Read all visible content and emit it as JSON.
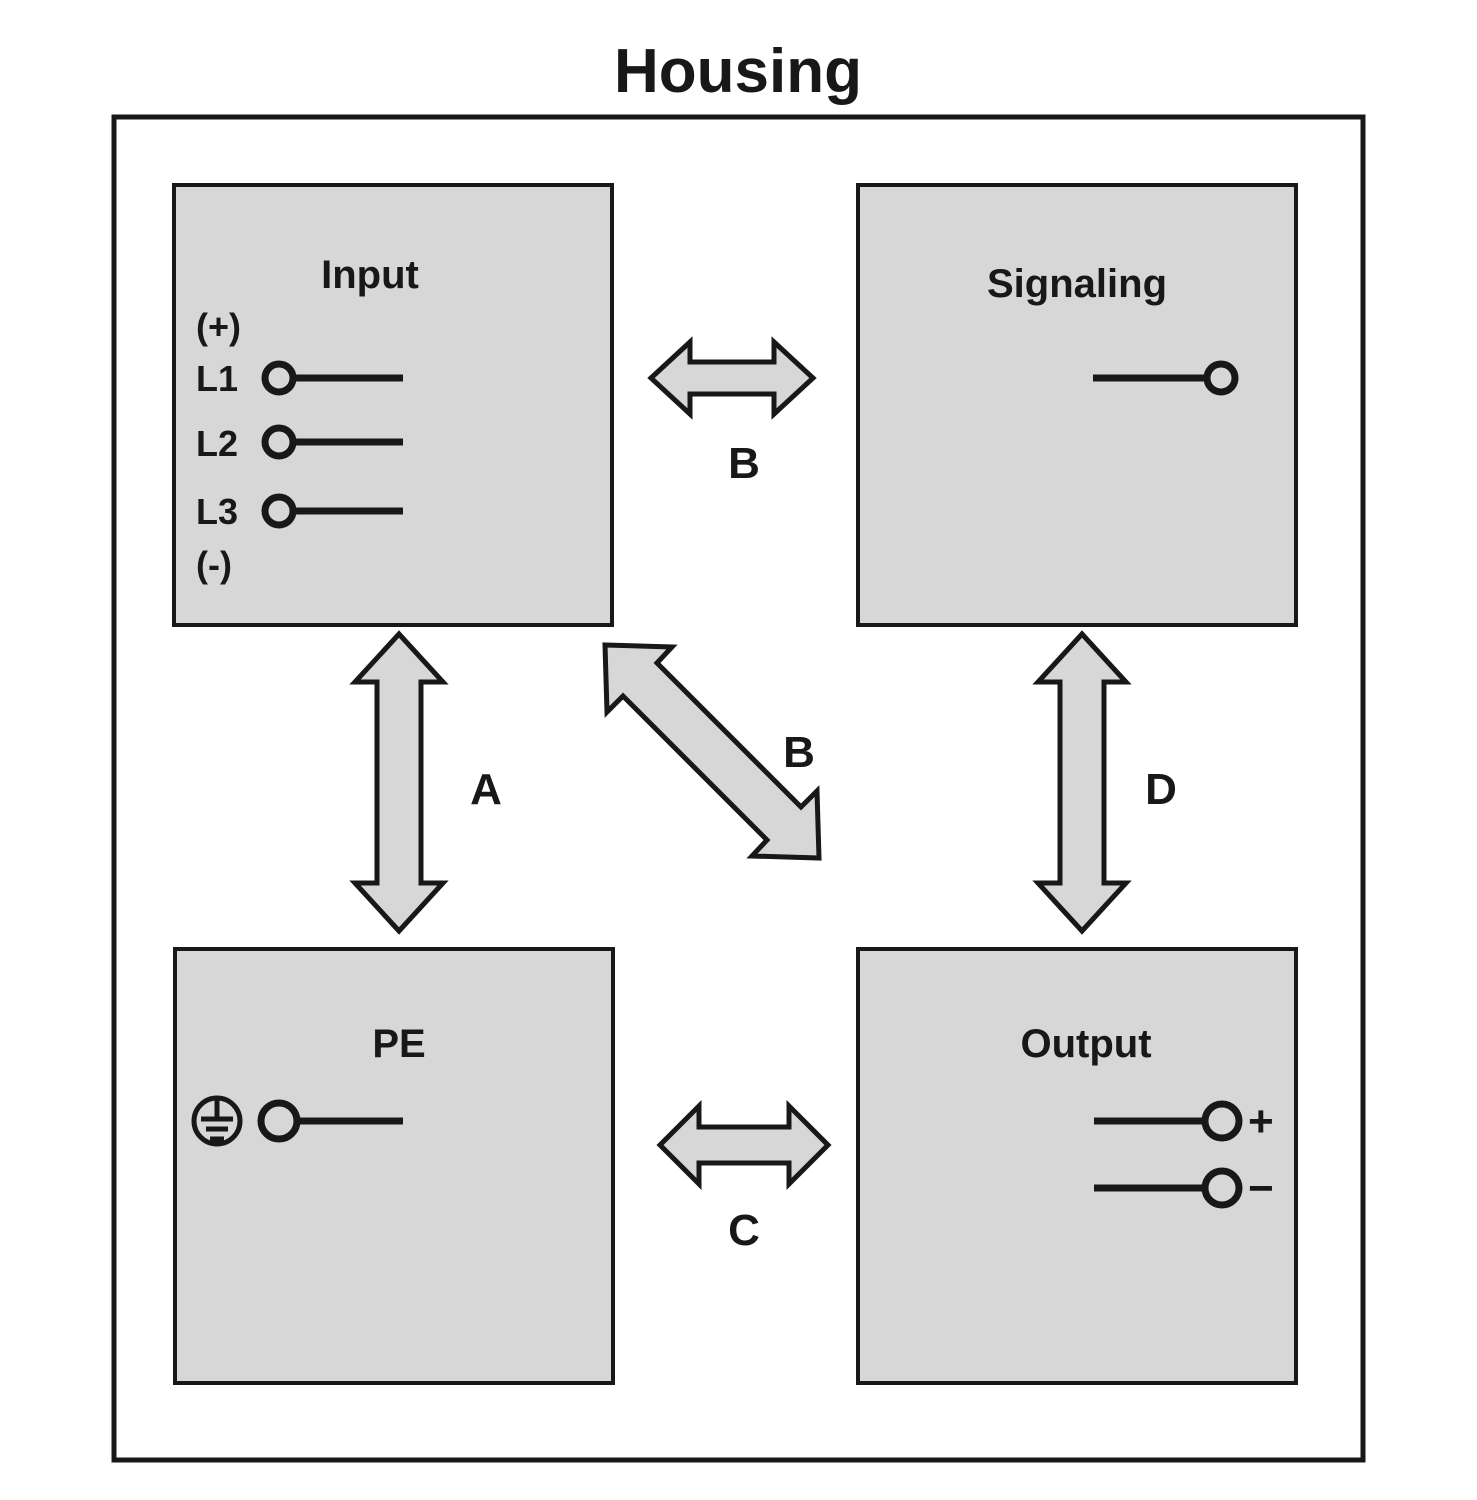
{
  "title": "Housing",
  "blocks": {
    "input": {
      "label": "Input",
      "polarity_top": "(+)",
      "polarity_bottom": "(-)",
      "terminals": [
        {
          "label": "L1",
          "icon": "terminal-circle-icon"
        },
        {
          "label": "L2",
          "icon": "terminal-circle-icon"
        },
        {
          "label": "L3",
          "icon": "terminal-circle-icon"
        }
      ]
    },
    "signaling": {
      "label": "Signaling",
      "terminals": [
        {
          "label": "",
          "icon": "terminal-circle-icon"
        }
      ]
    },
    "pe": {
      "label": "PE",
      "symbol": "protective-earth-icon",
      "terminals": [
        {
          "label": "",
          "icon": "terminal-circle-icon"
        }
      ]
    },
    "output": {
      "label": "Output",
      "terminals": [
        {
          "label": "+",
          "icon": "terminal-circle-icon"
        },
        {
          "label": "−",
          "icon": "terminal-circle-icon"
        }
      ]
    }
  },
  "arrows": [
    {
      "id": "b-horizontal-top",
      "label": "B",
      "orientation": "horizontal",
      "from": "input",
      "to": "signaling"
    },
    {
      "id": "a-vertical-left",
      "label": "A",
      "orientation": "vertical",
      "from": "input",
      "to": "pe"
    },
    {
      "id": "b-diagonal",
      "label": "B",
      "orientation": "diagonal",
      "from": "input",
      "to": "output"
    },
    {
      "id": "d-vertical-right",
      "label": "D",
      "orientation": "vertical",
      "from": "signaling",
      "to": "output"
    },
    {
      "id": "c-horizontal-bottom",
      "label": "C",
      "orientation": "horizontal",
      "from": "pe",
      "to": "output"
    }
  ],
  "colors": {
    "block_fill": "#d7d7d7",
    "stroke": "#18181a",
    "background": "#ffffff"
  }
}
